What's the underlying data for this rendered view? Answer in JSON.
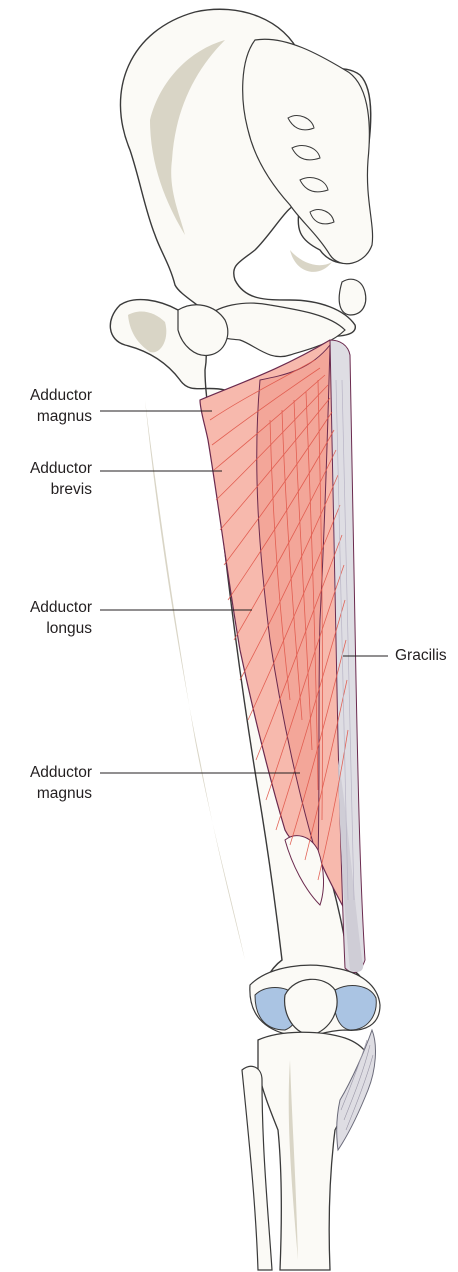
{
  "labels": {
    "adductor_magnus_upper": {
      "line1": "Adductor",
      "line2": "magnus"
    },
    "adductor_brevis": {
      "line1": "Adductor",
      "line2": "brevis"
    },
    "adductor_longus": {
      "line1": "Adductor",
      "line2": "longus"
    },
    "gracilis": {
      "line1": "Gracilis"
    },
    "adductor_magnus_lower": {
      "line1": "Adductor",
      "line2": "magnus"
    }
  },
  "colors": {
    "bone_fill": "#fbfaf6",
    "bone_outline": "#3a3a3a",
    "bone_shadow": "#d9d5c6",
    "muscle_fill": "#f7b9ad",
    "muscle_fiber": "#e0574a",
    "muscle_outline": "#6b2a4e",
    "tendon_fill": "#dedde3",
    "cartilage_fill": "#aac4e3",
    "leader_line": "#231f20"
  }
}
